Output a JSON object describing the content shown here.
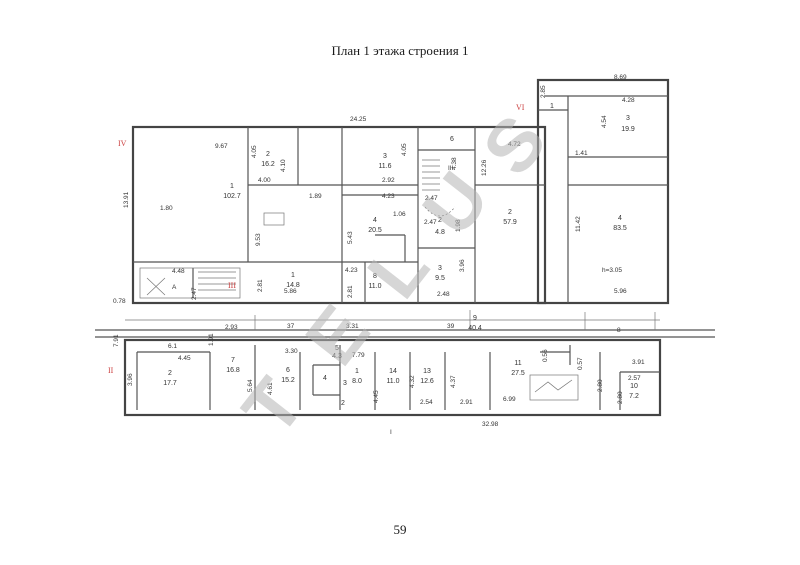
{
  "title": "План 1 этажа строения 1",
  "page_number": "59",
  "watermark": [
    "T",
    "E",
    "L",
    "U",
    "S"
  ],
  "roman_numerals": [
    "IV",
    "VI",
    "III",
    "II"
  ],
  "letter_marks": [
    "A",
    "III",
    "I"
  ],
  "rooms": [
    {
      "num": "1",
      "area": "102.7"
    },
    {
      "num": "2",
      "area": "16.2"
    },
    {
      "num": "3",
      "area": "11.6"
    },
    {
      "num": "4",
      "area": "20.5"
    },
    {
      "num": "1",
      "area": "14.8"
    },
    {
      "num": "8",
      "area": "11.0"
    },
    {
      "num": "6",
      "area": ""
    },
    {
      "num": "2",
      "area": "57.9"
    },
    {
      "num": "3",
      "area": "9.5"
    },
    {
      "num": "2",
      "area": "4.8"
    },
    {
      "num": "1",
      "area": ""
    },
    {
      "num": "3",
      "area": "19.9"
    },
    {
      "num": "4",
      "area": "83.5"
    },
    {
      "num": "9",
      "area": "40.4"
    },
    {
      "num": "2",
      "area": "17.7"
    },
    {
      "num": "7",
      "area": "16.8"
    },
    {
      "num": "6",
      "area": "15.2"
    },
    {
      "num": "5",
      "area": "4.3"
    },
    {
      "num": "1",
      "area": "8.0"
    },
    {
      "num": "14",
      "area": "11.0"
    },
    {
      "num": "13",
      "area": "12.6"
    },
    {
      "num": "11",
      "area": "27.5"
    },
    {
      "num": "10",
      "area": "7.2"
    },
    {
      "num": "2",
      "area": ""
    },
    {
      "num": "4",
      "area": ""
    },
    {
      "num": "3",
      "area": ""
    }
  ],
  "ceiling_height": "h=3.05",
  "dimensions": [
    "24.25",
    "9.67",
    "8.69",
    "4.28",
    "4.72",
    "1.41",
    "2.85",
    "4.10",
    "4.05",
    "4.00",
    "2.92",
    "4.05",
    "4.38",
    "12.26",
    "4.54",
    "13.91",
    "1.80",
    "1.89",
    "4.23",
    "2.47",
    "1.06",
    "2.47",
    "1.98",
    "11.42",
    "9.53",
    "5.43",
    "4.23",
    "4.48",
    "2.47",
    "0.78",
    "2.81",
    "5.86",
    "2.81",
    "3.96",
    "2.48",
    "5.96",
    "2.93",
    "37",
    "3.31",
    "39",
    "8",
    "6.1",
    "4.45",
    "3.30",
    "7.79",
    "3.91",
    "3.96",
    "5.64",
    "4.61",
    "4.45",
    "4.32",
    "4.37",
    "6.99",
    "0.56",
    "0.57",
    "2.80",
    "2.57",
    "2.54",
    "2.91",
    "2.80",
    "32.98",
    "7.91",
    "1.91"
  ]
}
